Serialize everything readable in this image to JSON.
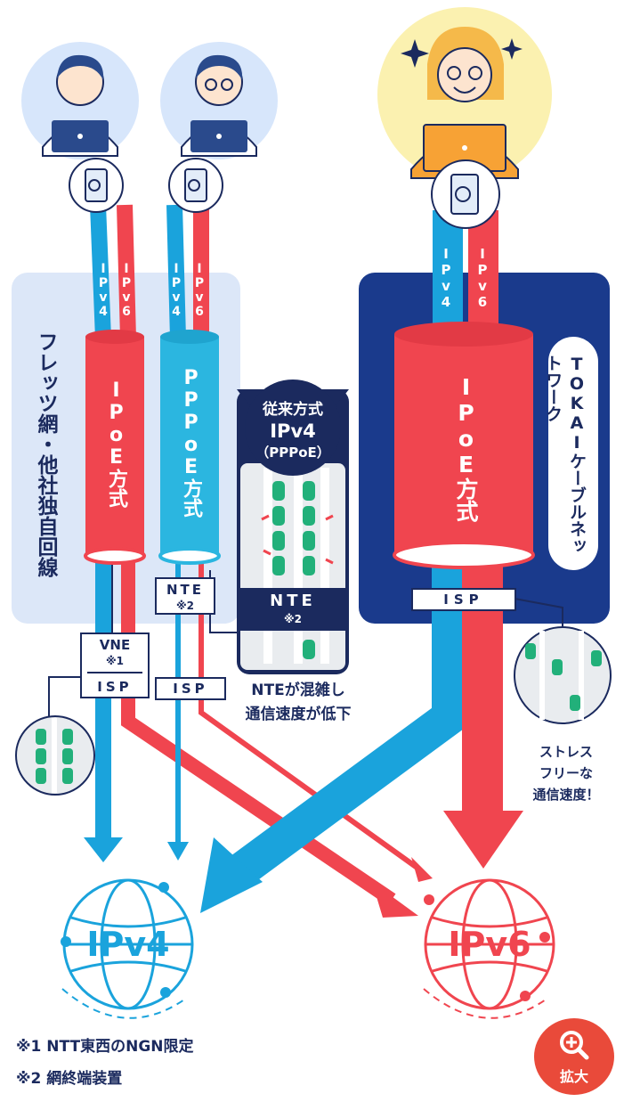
{
  "labels": {
    "ipv4": "IPv4",
    "ipv6": "IPv6",
    "ipoe_method": "IPoE方式",
    "pppoe_method": "PPPoE方式",
    "flets_line": "フレッツ網・他社独自回線",
    "tokai_network": "TOKAIケーブルネットワーク",
    "conventional": [
      "従来方式",
      "IPv4",
      "（PPPoE）"
    ],
    "nte": "NTE",
    "mark2": "※2",
    "vne": "VNE",
    "mark1": "※1",
    "isp": "ISP",
    "nte_congestion": [
      "NTEが混雑し",
      "通信速度が低下"
    ],
    "stress_free": [
      "ストレス",
      "フリーな",
      "通信速度！"
    ],
    "globe_ipv4": "IPv4",
    "globe_ipv6": "IPv6"
  },
  "footnotes": [
    {
      "mark": "※1",
      "text": "NTT東西のNGN限定"
    },
    {
      "mark": "※2",
      "text": "網終端装置"
    }
  ],
  "zoom_button": {
    "icon": "magnifier-plus-icon",
    "label": "拡大"
  },
  "colors": {
    "ipv4_blue": "#1aa3dc",
    "ipv6_red": "#f0454f",
    "pppoe_cyan": "#2bb6e0",
    "navy": "#1b2a5e",
    "tokai_bg": "#1a3a8c",
    "flets_bg": "#dce7f8",
    "happy_bg": "#fbf1b0",
    "user_bg": "#d7e6fb",
    "zoom": "#e94a3a"
  }
}
